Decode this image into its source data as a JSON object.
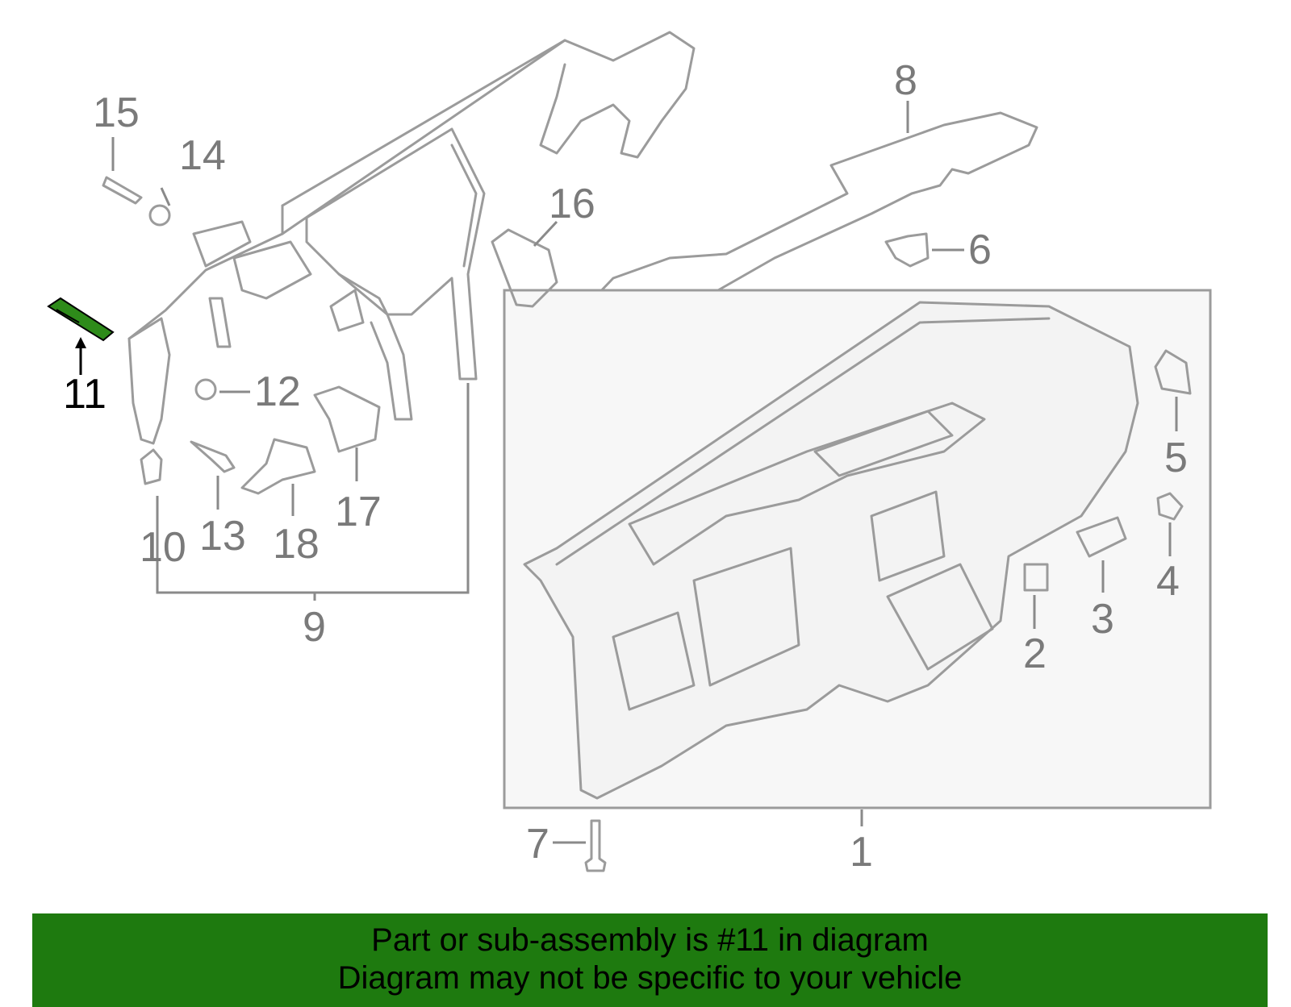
{
  "diagram": {
    "highlight_color": "#2e8b1a",
    "line_color": "#9b9b9b",
    "callouts": [
      {
        "id": "c1",
        "label": "1"
      },
      {
        "id": "c2",
        "label": "2"
      },
      {
        "id": "c3",
        "label": "3"
      },
      {
        "id": "c4",
        "label": "4"
      },
      {
        "id": "c5",
        "label": "5"
      },
      {
        "id": "c6",
        "label": "6"
      },
      {
        "id": "c7",
        "label": "7"
      },
      {
        "id": "c8",
        "label": "8"
      },
      {
        "id": "c9",
        "label": "9"
      },
      {
        "id": "c10",
        "label": "10"
      },
      {
        "id": "c11",
        "label": "11"
      },
      {
        "id": "c12",
        "label": "12"
      },
      {
        "id": "c13",
        "label": "13"
      },
      {
        "id": "c14",
        "label": "14"
      },
      {
        "id": "c15",
        "label": "15"
      },
      {
        "id": "c16",
        "label": "16"
      },
      {
        "id": "c17",
        "label": "17"
      },
      {
        "id": "c18",
        "label": "18"
      }
    ],
    "highlighted_part": "11"
  },
  "banner": {
    "line1": "Part or sub-assembly is #11 in diagram",
    "line2": "Diagram may not be specific to your vehicle",
    "background": "#1e7a0f"
  }
}
